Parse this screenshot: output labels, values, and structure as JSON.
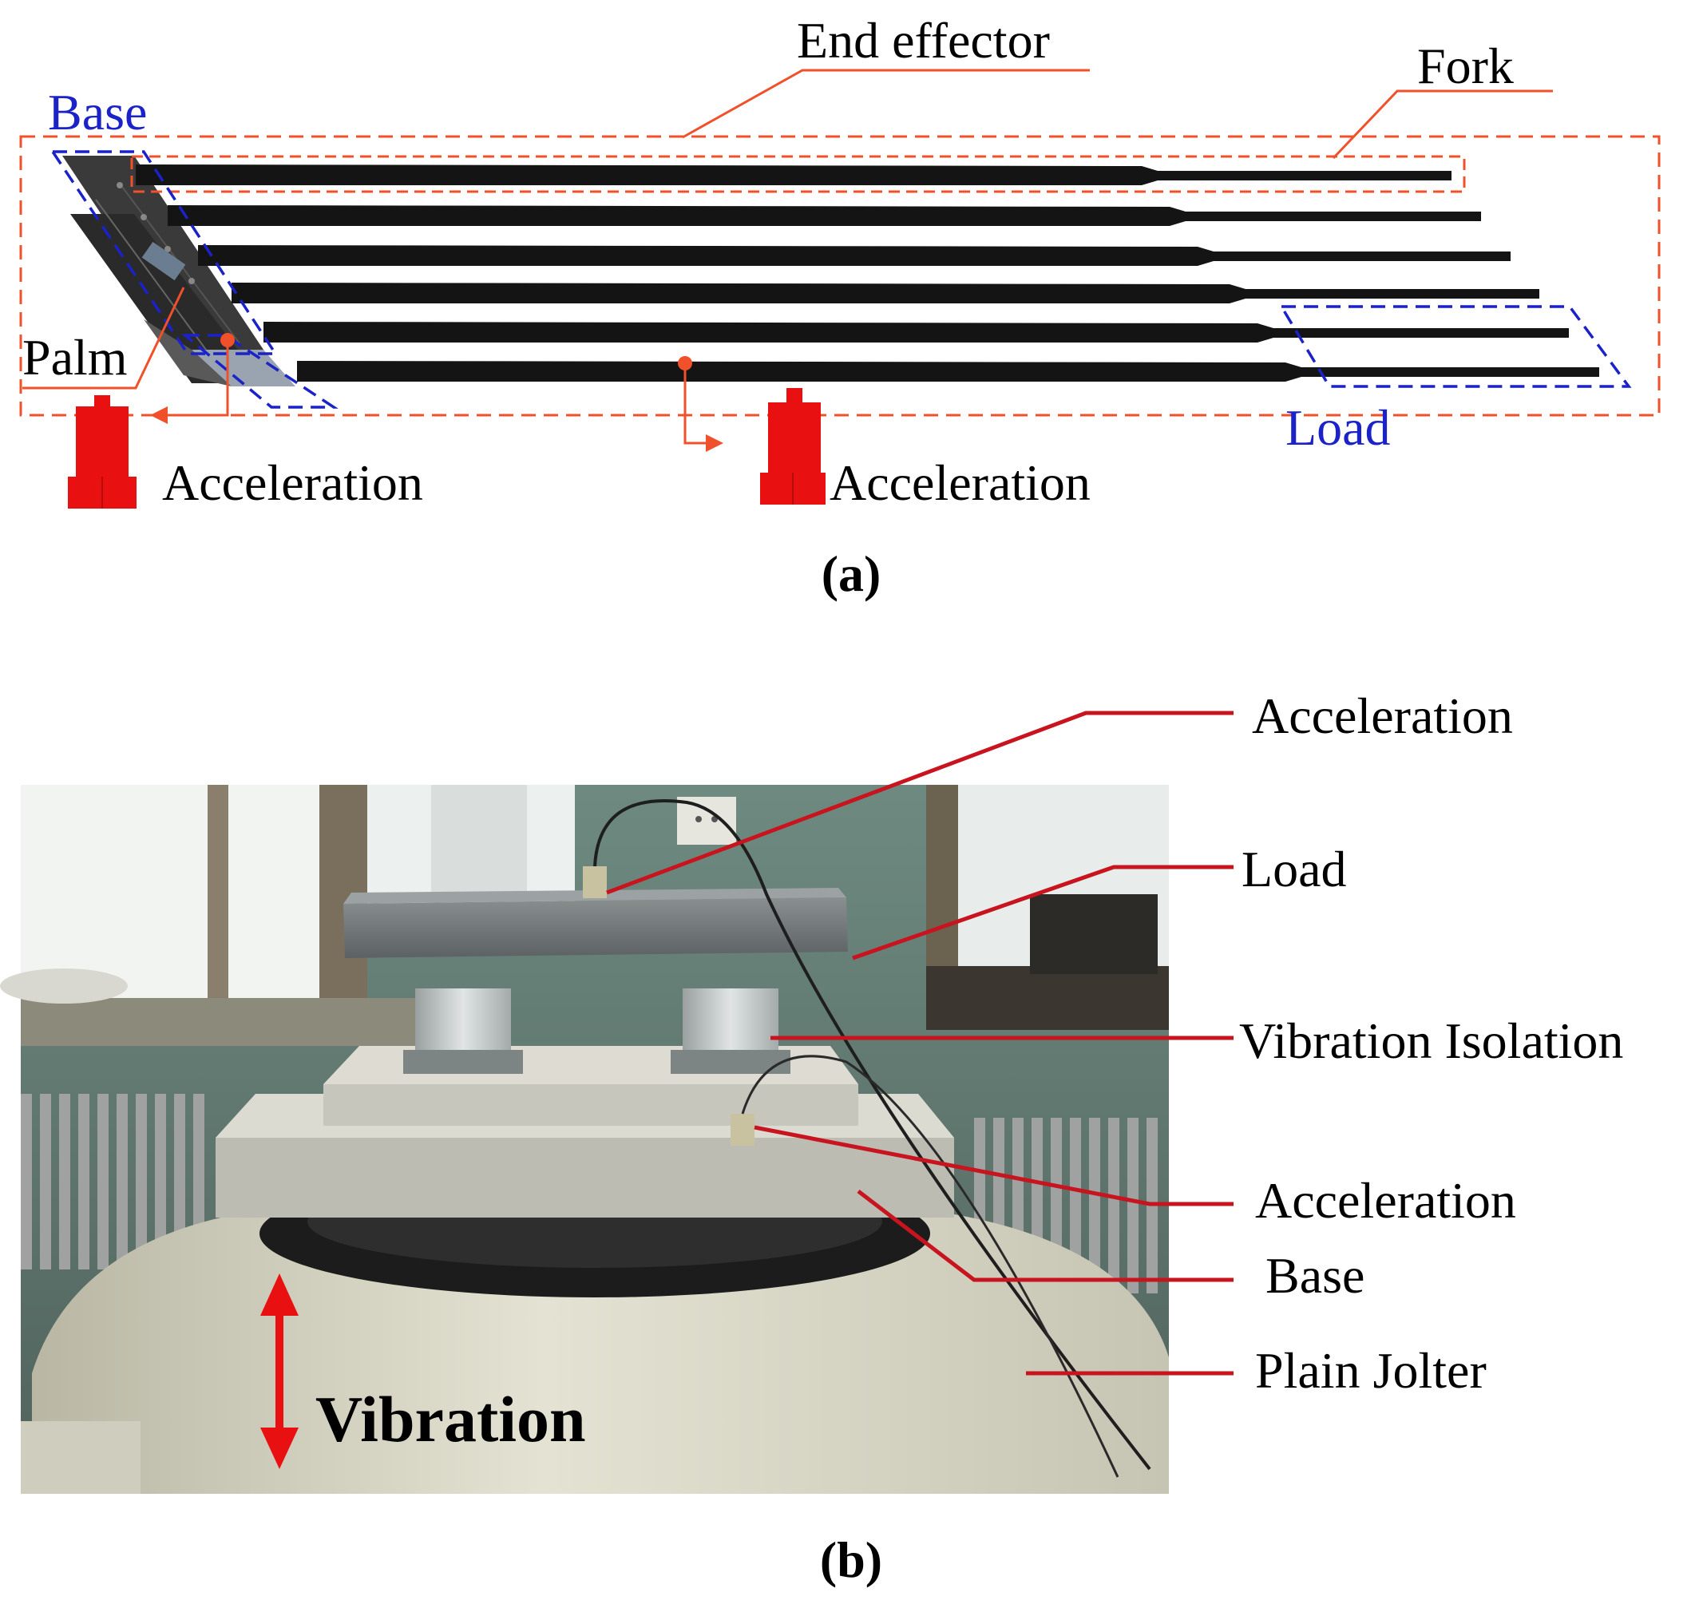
{
  "panel_a": {
    "label": "(a)",
    "labels": {
      "end_effector": "End effector",
      "fork": "Fork",
      "base": "Base",
      "palm": "Palm",
      "load": "Load",
      "acceleration_left": "Acceleration",
      "acceleration_right": "Acceleration"
    }
  },
  "panel_b": {
    "label": "(b)",
    "labels": {
      "acceleration_top": "Acceleration",
      "load": "Load",
      "vibration_isolation": "Vibration Isolation",
      "acceleration_bottom": "Acceleration",
      "base": "Base",
      "plain_jolter": "Plain Jolter",
      "vibration": "Vibration"
    }
  },
  "colors": {
    "red_dashed": "#f0502a",
    "blue_dashed": "#1a22c8",
    "callout_red": "#c8141e",
    "sensor_red": "#e81010",
    "fork_black": "#141414"
  }
}
